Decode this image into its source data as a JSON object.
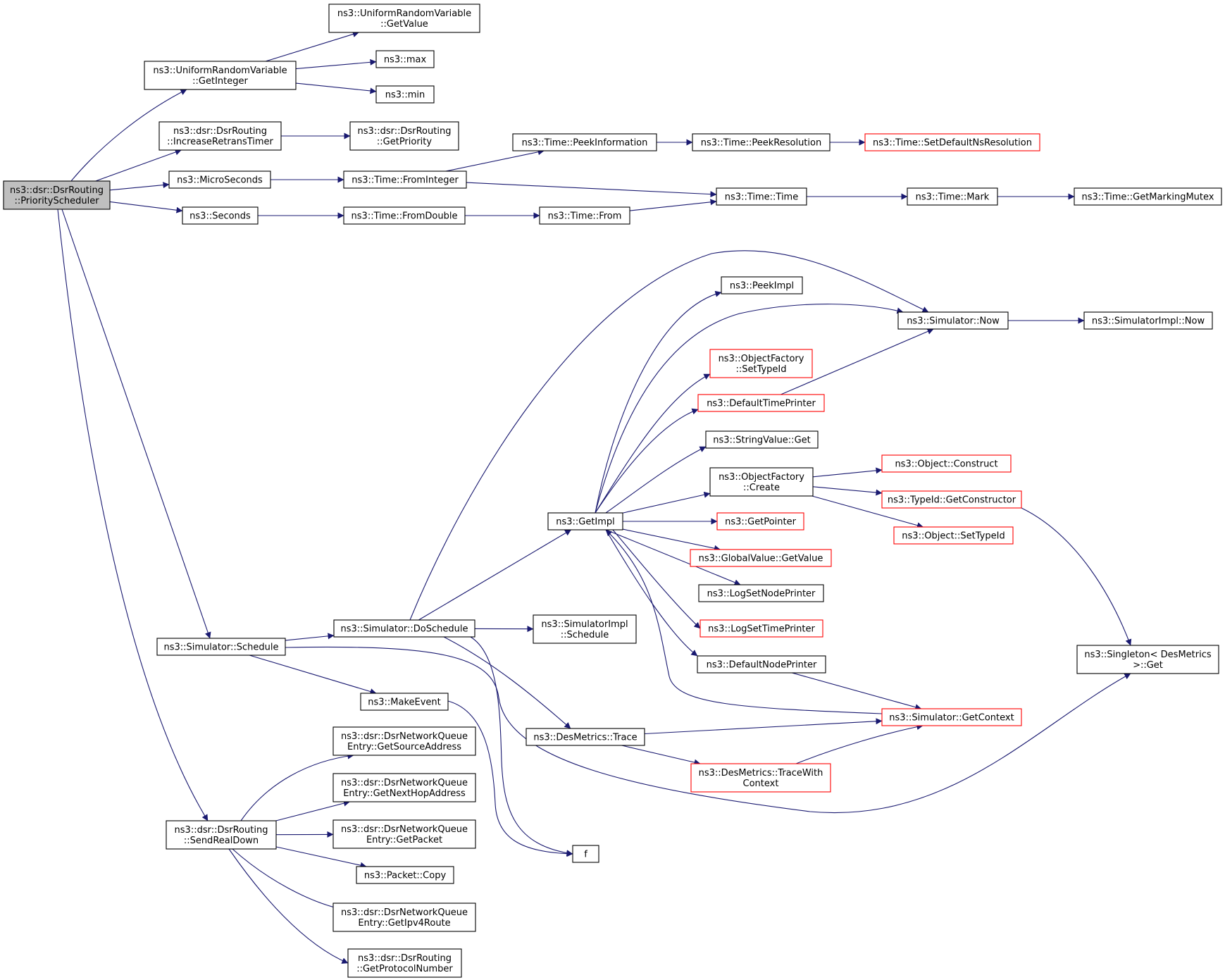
{
  "colors": {
    "edge": "#191970",
    "node_border": "#000000",
    "undocumented_border": "#ff0000",
    "root_fill": "#bfbfbf",
    "node_fill": "#ffffff",
    "text": "#000000"
  },
  "nodes": [
    {
      "id": "root",
      "lines": [
        "ns3::dsr::DsrRouting",
        "::PriorityScheduler"
      ],
      "kind": "root"
    },
    {
      "id": "urv_getinteger",
      "lines": [
        "ns3::UniformRandomVariable",
        "::GetInteger"
      ],
      "kind": "normal"
    },
    {
      "id": "urv_getvalue",
      "lines": [
        "ns3::UniformRandomVariable",
        "::GetValue"
      ],
      "kind": "normal"
    },
    {
      "id": "max",
      "lines": [
        "ns3::max"
      ],
      "kind": "normal"
    },
    {
      "id": "min",
      "lines": [
        "ns3::min"
      ],
      "kind": "normal"
    },
    {
      "id": "incr_retrans",
      "lines": [
        "ns3::dsr::DsrRouting",
        "::IncreaseRetransTimer"
      ],
      "kind": "normal"
    },
    {
      "id": "get_priority",
      "lines": [
        "ns3::dsr::DsrRouting",
        "::GetPriority"
      ],
      "kind": "normal"
    },
    {
      "id": "microseconds",
      "lines": [
        "ns3::MicroSeconds"
      ],
      "kind": "normal"
    },
    {
      "id": "seconds",
      "lines": [
        "ns3::Seconds"
      ],
      "kind": "normal"
    },
    {
      "id": "time_frominteger",
      "lines": [
        "ns3::Time::FromInteger"
      ],
      "kind": "normal"
    },
    {
      "id": "time_fromdouble",
      "lines": [
        "ns3::Time::FromDouble"
      ],
      "kind": "normal"
    },
    {
      "id": "time_peekinfo",
      "lines": [
        "ns3::Time::PeekInformation"
      ],
      "kind": "normal"
    },
    {
      "id": "time_peekres",
      "lines": [
        "ns3::Time::PeekResolution"
      ],
      "kind": "normal"
    },
    {
      "id": "time_setdefault",
      "lines": [
        "ns3::Time::SetDefaultNsResolution"
      ],
      "kind": "undoc"
    },
    {
      "id": "time_from",
      "lines": [
        "ns3::Time::From"
      ],
      "kind": "normal"
    },
    {
      "id": "time_time",
      "lines": [
        "ns3::Time::Time"
      ],
      "kind": "normal"
    },
    {
      "id": "time_mark",
      "lines": [
        "ns3::Time::Mark"
      ],
      "kind": "normal"
    },
    {
      "id": "time_getmutex",
      "lines": [
        "ns3::Time::GetMarkingMutex"
      ],
      "kind": "normal"
    },
    {
      "id": "peekimpl",
      "lines": [
        "ns3::PeekImpl"
      ],
      "kind": "normal"
    },
    {
      "id": "sim_now",
      "lines": [
        "ns3::Simulator::Now"
      ],
      "kind": "normal"
    },
    {
      "id": "simimpl_now",
      "lines": [
        "ns3::SimulatorImpl::Now"
      ],
      "kind": "normal"
    },
    {
      "id": "of_settypeid",
      "lines": [
        "ns3::ObjectFactory",
        "::SetTypeId"
      ],
      "kind": "undoc"
    },
    {
      "id": "default_time_printer",
      "lines": [
        "ns3::DefaultTimePrinter"
      ],
      "kind": "undoc"
    },
    {
      "id": "stringvalue_get",
      "lines": [
        "ns3::StringValue::Get"
      ],
      "kind": "normal"
    },
    {
      "id": "of_create",
      "lines": [
        "ns3::ObjectFactory",
        "::Create"
      ],
      "kind": "normal"
    },
    {
      "id": "object_construct",
      "lines": [
        "ns3::Object::Construct"
      ],
      "kind": "undoc"
    },
    {
      "id": "typeid_getconstructor",
      "lines": [
        "ns3::TypeId::GetConstructor"
      ],
      "kind": "undoc"
    },
    {
      "id": "object_settypeid",
      "lines": [
        "ns3::Object::SetTypeId"
      ],
      "kind": "undoc"
    },
    {
      "id": "getimpl",
      "lines": [
        "ns3::GetImpl"
      ],
      "kind": "normal"
    },
    {
      "id": "getpointer",
      "lines": [
        "ns3::GetPointer"
      ],
      "kind": "undoc"
    },
    {
      "id": "globalvalue_getvalue",
      "lines": [
        "ns3::GlobalValue::GetValue"
      ],
      "kind": "undoc"
    },
    {
      "id": "logsetnodeprinter",
      "lines": [
        "ns3::LogSetNodePrinter"
      ],
      "kind": "normal"
    },
    {
      "id": "logsettimeprinter",
      "lines": [
        "ns3::LogSetTimePrinter"
      ],
      "kind": "undoc"
    },
    {
      "id": "defaultnodeprinter",
      "lines": [
        "ns3::DefaultNodePrinter"
      ],
      "kind": "normal"
    },
    {
      "id": "sim_schedule",
      "lines": [
        "ns3::Simulator::Schedule"
      ],
      "kind": "normal"
    },
    {
      "id": "sim_doschedule",
      "lines": [
        "ns3::Simulator::DoSchedule"
      ],
      "kind": "normal"
    },
    {
      "id": "simimpl_schedule",
      "lines": [
        "ns3::SimulatorImpl",
        "::Schedule"
      ],
      "kind": "normal"
    },
    {
      "id": "singleton_get",
      "lines": [
        "ns3::Singleton< DesMetrics",
        " >::Get"
      ],
      "kind": "normal"
    },
    {
      "id": "makeevent",
      "lines": [
        "ns3::MakeEvent"
      ],
      "kind": "normal"
    },
    {
      "id": "desmetrics_trace",
      "lines": [
        "ns3::DesMetrics::Trace"
      ],
      "kind": "normal"
    },
    {
      "id": "sim_getcontext",
      "lines": [
        "ns3::Simulator::GetContext"
      ],
      "kind": "undoc"
    },
    {
      "id": "desmetrics_tracewithcontext",
      "lines": [
        "ns3::DesMetrics::TraceWith",
        "Context"
      ],
      "kind": "undoc"
    },
    {
      "id": "f",
      "lines": [
        "f"
      ],
      "kind": "normal"
    },
    {
      "id": "sendrealdown",
      "lines": [
        "ns3::dsr::DsrRouting",
        "::SendRealDown"
      ],
      "kind": "normal"
    },
    {
      "id": "nqe_getsource",
      "lines": [
        "ns3::dsr::DsrNetworkQueue",
        "Entry::GetSourceAddress"
      ],
      "kind": "normal"
    },
    {
      "id": "nqe_getnexthop",
      "lines": [
        "ns3::dsr::DsrNetworkQueue",
        "Entry::GetNextHopAddress"
      ],
      "kind": "normal"
    },
    {
      "id": "nqe_getpacket",
      "lines": [
        "ns3::dsr::DsrNetworkQueue",
        "Entry::GetPacket"
      ],
      "kind": "normal"
    },
    {
      "id": "packet_copy",
      "lines": [
        "ns3::Packet::Copy"
      ],
      "kind": "normal"
    },
    {
      "id": "nqe_getipv4route",
      "lines": [
        "ns3::dsr::DsrNetworkQueue",
        "Entry::GetIpv4Route"
      ],
      "kind": "normal"
    },
    {
      "id": "get_protocolnumber",
      "lines": [
        "ns3::dsr::DsrRouting",
        "::GetProtocolNumber"
      ],
      "kind": "normal"
    }
  ],
  "edges": [
    [
      "root",
      "urv_getinteger"
    ],
    [
      "root",
      "incr_retrans"
    ],
    [
      "root",
      "microseconds"
    ],
    [
      "root",
      "seconds"
    ],
    [
      "root",
      "sim_schedule"
    ],
    [
      "root",
      "sendrealdown"
    ],
    [
      "urv_getinteger",
      "urv_getvalue"
    ],
    [
      "urv_getinteger",
      "max"
    ],
    [
      "urv_getinteger",
      "min"
    ],
    [
      "incr_retrans",
      "get_priority"
    ],
    [
      "microseconds",
      "time_frominteger"
    ],
    [
      "seconds",
      "time_fromdouble"
    ],
    [
      "time_frominteger",
      "time_peekinfo"
    ],
    [
      "time_frominteger",
      "time_time"
    ],
    [
      "time_peekinfo",
      "time_peekres"
    ],
    [
      "time_peekres",
      "time_setdefault"
    ],
    [
      "time_fromdouble",
      "time_from"
    ],
    [
      "time_from",
      "time_time"
    ],
    [
      "time_time",
      "time_mark"
    ],
    [
      "time_mark",
      "time_getmutex"
    ],
    [
      "sim_schedule",
      "sim_doschedule"
    ],
    [
      "sim_schedule",
      "makeevent"
    ],
    [
      "sim_schedule",
      "singleton_get"
    ],
    [
      "sim_doschedule",
      "getimpl"
    ],
    [
      "sim_doschedule",
      "sim_now"
    ],
    [
      "sim_doschedule",
      "simimpl_schedule"
    ],
    [
      "sim_doschedule",
      "desmetrics_trace"
    ],
    [
      "sim_doschedule",
      "f"
    ],
    [
      "makeevent",
      "f"
    ],
    [
      "getimpl",
      "peekimpl"
    ],
    [
      "getimpl",
      "sim_now"
    ],
    [
      "getimpl",
      "of_settypeid"
    ],
    [
      "getimpl",
      "default_time_printer"
    ],
    [
      "getimpl",
      "stringvalue_get"
    ],
    [
      "getimpl",
      "of_create"
    ],
    [
      "getimpl",
      "getpointer"
    ],
    [
      "getimpl",
      "globalvalue_getvalue"
    ],
    [
      "getimpl",
      "logsetnodeprinter"
    ],
    [
      "getimpl",
      "logsettimeprinter"
    ],
    [
      "getimpl",
      "defaultnodeprinter"
    ],
    [
      "sim_now",
      "simimpl_now"
    ],
    [
      "default_time_printer",
      "sim_now"
    ],
    [
      "of_create",
      "object_construct"
    ],
    [
      "of_create",
      "typeid_getconstructor"
    ],
    [
      "of_create",
      "object_settypeid"
    ],
    [
      "typeid_getconstructor",
      "singleton_get"
    ],
    [
      "defaultnodeprinter",
      "sim_getcontext"
    ],
    [
      "sim_getcontext",
      "getimpl"
    ],
    [
      "desmetrics_trace",
      "sim_getcontext"
    ],
    [
      "desmetrics_trace",
      "desmetrics_tracewithcontext"
    ],
    [
      "desmetrics_tracewithcontext",
      "sim_getcontext"
    ],
    [
      "sendrealdown",
      "nqe_getsource"
    ],
    [
      "sendrealdown",
      "nqe_getnexthop"
    ],
    [
      "sendrealdown",
      "nqe_getpacket"
    ],
    [
      "sendrealdown",
      "packet_copy"
    ],
    [
      "sendrealdown",
      "nqe_getipv4route"
    ],
    [
      "sendrealdown",
      "get_protocolnumber"
    ]
  ]
}
